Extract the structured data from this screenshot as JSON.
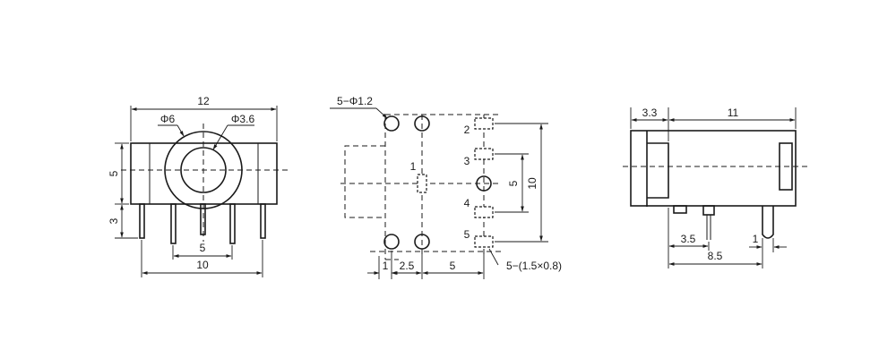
{
  "front_view": {
    "width": "12",
    "jack_diameter": "Φ6",
    "hole_diameter": "Φ3.6",
    "body_height": "5",
    "pin_height": "3",
    "pin_spacing_inner": "5",
    "pin_spacing_outer": "10"
  },
  "footprint_view": {
    "hole_callout": "5−Φ1.2",
    "pin_labels": [
      "1",
      "2",
      "3",
      "4",
      "5"
    ],
    "height_inner": "5",
    "height_outer": "10",
    "dim_first": "1",
    "dim_second": "2.5",
    "dim_third": "5",
    "slot_callout": "5−(1.5×0.8)"
  },
  "side_view": {
    "front_depth": "3.3",
    "body_length": "11",
    "pin_offset": "3.5",
    "pin_width": "1",
    "total_offset": "8.5"
  }
}
